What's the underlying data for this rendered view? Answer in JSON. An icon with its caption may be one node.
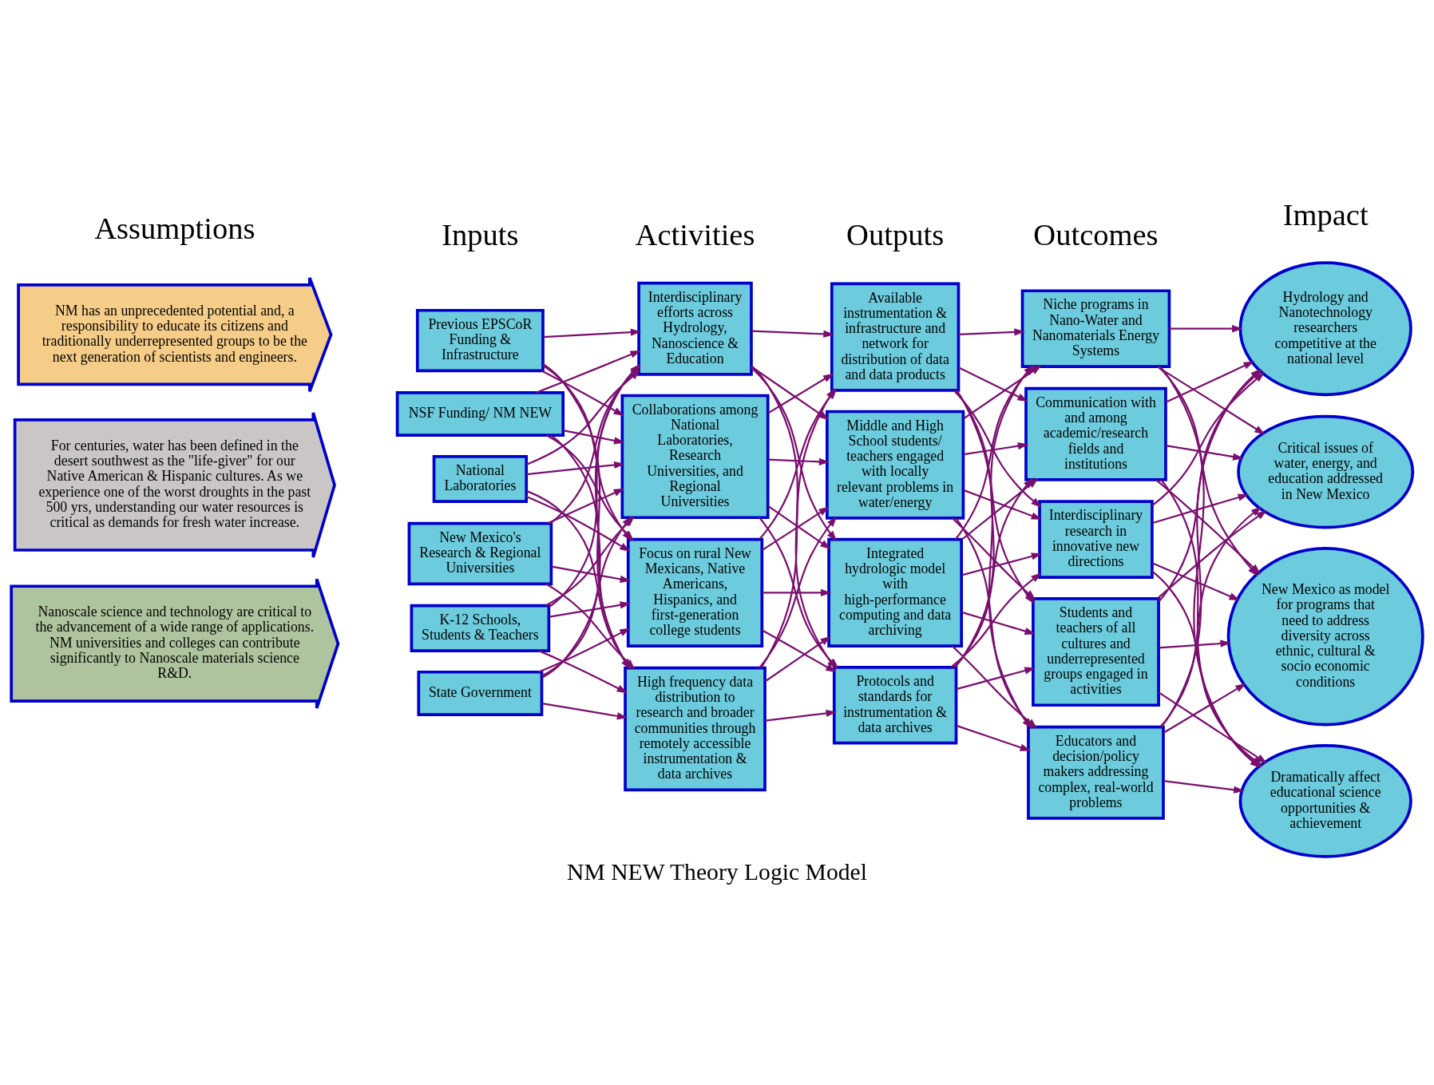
{
  "diagram": {
    "caption": "NM NEW Theory Logic Model",
    "nodes": [
      {
        "text": [
          "NM has an unprecedented potential and, a responsibility to educate its citizens and traditionally underrepresented groups to be the next generation of scientists and engineers."
        ]
      },
      {
        "text": [
          "For centuries, water has been defined in the desert southwest as the \"life-giver\" for our Native American & Hispanic cultures. As we experience one of the worst droughts in the past 500 yrs, understanding our water resources is critical as demands for fresh water increase."
        ]
      },
      {
        "text": [
          "Nanoscale science and technology are critical to the advancement of a wide range of applications. NM universities and colleges can contribute significantly to Nanoscale materials science R&D."
        ]
      },
      {
        "text": [
          "Previous EPSCoR Funding & Infrastructure"
        ]
      },
      {
        "text": [
          "NSF Funding/ NM NEW"
        ]
      },
      {
        "text": [
          "National Laboratories"
        ]
      },
      {
        "text": [
          "New Mexico's Research & Regional Universities"
        ]
      },
      {
        "text": [
          "K-12 Schools, Students & Teachers"
        ]
      },
      {
        "text": [
          "State Government"
        ]
      },
      {
        "text": [
          "Interdisciplinary efforts across Hydrology, Nanoscience & Education"
        ]
      },
      {
        "text": [
          "Collaborations among National Laboratories, Research Universities, and Regional Universities"
        ]
      },
      {
        "text": [
          "Focus on rural New Mexicans, Native Americans, Hispanics, and first-generation college students"
        ]
      },
      {
        "text": [
          "High frequency data distribution to research and broader communities through remotely accessible instrumentation & data archives"
        ]
      },
      {
        "text": [
          "Available instrumentation & infrastructure and network for distribution of data and data products"
        ]
      },
      {
        "text": [
          "Middle and High School students/ teachers engaged with locally relevant problems in water/energy"
        ]
      },
      {
        "text": [
          "Integrated hydrologic model with high-performance computing and data archiving"
        ]
      },
      {
        "text": [
          "Protocols and standards for instrumentation & data archives"
        ]
      },
      {
        "text": [
          "Niche programs in Nano-Water and Nanomaterials Energy Systems"
        ]
      },
      {
        "text": [
          "Communication with and among academic/research fields and institutions"
        ]
      },
      {
        "text": [
          "Interdisciplinary research in innovative new directions"
        ]
      },
      {
        "text": [
          "Students and teachers of all cultures and underrepresented groups engaged in activities"
        ]
      },
      {
        "text": [
          "Educators and decision/policy makers addressing complex, real-world problems"
        ]
      },
      {
        "text": [
          "Hydrology and Nanotechnology researchers competitive at the national level"
        ]
      },
      {
        "text": [
          "Critical issues of water, energy, and education addressed in New Mexico"
        ]
      },
      {
        "text": [
          "New Mexico as model for programs that need to address diversity across ethnic, cultural & socio economic conditions"
        ]
      },
      {
        "text": [
          "Dramatically affect educational science opportunities & achievement"
        ]
      }
    ],
    "edges": [
      {
        "from": 3,
        "to": 9,
        "arrow": "to"
      },
      {
        "from": 3,
        "to": 10,
        "arrow": "to"
      },
      {
        "from": 3,
        "to": 11,
        "arrow": "to"
      },
      {
        "from": 3,
        "to": 12,
        "arrow": "to"
      },
      {
        "from": 4,
        "to": 9,
        "arrow": "to"
      },
      {
        "from": 4,
        "to": 10,
        "arrow": "to"
      },
      {
        "from": 4,
        "to": 11,
        "arrow": "to"
      },
      {
        "from": 4,
        "to": 12,
        "arrow": "to"
      },
      {
        "from": 5,
        "to": 9,
        "arrow": "to"
      },
      {
        "from": 5,
        "to": 10,
        "arrow": "to"
      },
      {
        "from": 5,
        "to": 11,
        "arrow": "to"
      },
      {
        "from": 5,
        "to": 12,
        "arrow": "to"
      },
      {
        "from": 6,
        "to": 9,
        "arrow": "to"
      },
      {
        "from": 6,
        "to": 10,
        "arrow": "to"
      },
      {
        "from": 6,
        "to": 11,
        "arrow": "to"
      },
      {
        "from": 6,
        "to": 12,
        "arrow": "to"
      },
      {
        "from": 7,
        "to": 9,
        "arrow": "to"
      },
      {
        "from": 7,
        "to": 10,
        "arrow": "to"
      },
      {
        "from": 7,
        "to": 11,
        "arrow": "to"
      },
      {
        "from": 7,
        "to": 12,
        "arrow": "to"
      },
      {
        "from": 8,
        "to": 9,
        "arrow": "to"
      },
      {
        "from": 8,
        "to": 10,
        "arrow": "to"
      },
      {
        "from": 8,
        "to": 11,
        "arrow": "to"
      },
      {
        "from": 8,
        "to": 12,
        "arrow": "to"
      },
      {
        "from": 9,
        "to": 13,
        "arrow": "to"
      },
      {
        "from": 9,
        "to": 14,
        "arrow": "to"
      },
      {
        "from": 9,
        "to": 15,
        "arrow": "to"
      },
      {
        "from": 9,
        "to": 16,
        "arrow": "to"
      },
      {
        "from": 10,
        "to": 13,
        "arrow": "to"
      },
      {
        "from": 10,
        "to": 14,
        "arrow": "to"
      },
      {
        "from": 10,
        "to": 15,
        "arrow": "to"
      },
      {
        "from": 10,
        "to": 16,
        "arrow": "to"
      },
      {
        "from": 11,
        "to": 13,
        "arrow": "to"
      },
      {
        "from": 11,
        "to": 14,
        "arrow": "to"
      },
      {
        "from": 11,
        "to": 15,
        "arrow": "to"
      },
      {
        "from": 11,
        "to": 16,
        "arrow": "to"
      },
      {
        "from": 12,
        "to": 13,
        "arrow": "to"
      },
      {
        "from": 12,
        "to": 14,
        "arrow": "to"
      },
      {
        "from": 12,
        "to": 15,
        "arrow": "to"
      },
      {
        "from": 12,
        "to": 16,
        "arrow": "to"
      },
      {
        "from": 13,
        "to": 17,
        "arrow": "to"
      },
      {
        "from": 13,
        "to": 18,
        "arrow": "to"
      },
      {
        "from": 13,
        "to": 19,
        "arrow": "to"
      },
      {
        "from": 13,
        "to": 20,
        "arrow": "to"
      },
      {
        "from": 13,
        "to": 21,
        "arrow": "to"
      },
      {
        "from": 14,
        "to": 17,
        "arrow": "to"
      },
      {
        "from": 14,
        "to": 18,
        "arrow": "to"
      },
      {
        "from": 14,
        "to": 19,
        "arrow": "to"
      },
      {
        "from": 14,
        "to": 20,
        "arrow": "to"
      },
      {
        "from": 14,
        "to": 21,
        "arrow": "to"
      },
      {
        "from": 15,
        "to": 17,
        "arrow": "to"
      },
      {
        "from": 15,
        "to": 18,
        "arrow": "to"
      },
      {
        "from": 15,
        "to": 19,
        "arrow": "to"
      },
      {
        "from": 15,
        "to": 20,
        "arrow": "to"
      },
      {
        "from": 15,
        "to": 21,
        "arrow": "to"
      },
      {
        "from": 16,
        "to": 17,
        "arrow": "to"
      },
      {
        "from": 16,
        "to": 18,
        "arrow": "to"
      },
      {
        "from": 16,
        "to": 19,
        "arrow": "to"
      },
      {
        "from": 16,
        "to": 20,
        "arrow": "to"
      },
      {
        "from": 16,
        "to": 21,
        "arrow": "to"
      },
      {
        "from": 17,
        "to": 22,
        "arrow": "to"
      },
      {
        "from": 17,
        "to": 23,
        "arrow": "to"
      },
      {
        "from": 17,
        "to": 24,
        "arrow": "to"
      },
      {
        "from": 17,
        "to": 25,
        "arrow": "to"
      },
      {
        "from": 18,
        "to": 22,
        "arrow": "to"
      },
      {
        "from": 18,
        "to": 23,
        "arrow": "to"
      },
      {
        "from": 18,
        "to": 24,
        "arrow": "to"
      },
      {
        "from": 18,
        "to": 25,
        "arrow": "to"
      },
      {
        "from": 19,
        "to": 22,
        "arrow": "to"
      },
      {
        "from": 19,
        "to": 23,
        "arrow": "to"
      },
      {
        "from": 19,
        "to": 24,
        "arrow": "to"
      },
      {
        "from": 19,
        "to": 25,
        "arrow": "to"
      },
      {
        "from": 20,
        "to": 22,
        "arrow": "to"
      },
      {
        "from": 20,
        "to": 23,
        "arrow": "to"
      },
      {
        "from": 20,
        "to": 24,
        "arrow": "to"
      },
      {
        "from": 20,
        "to": 25,
        "arrow": "to"
      },
      {
        "from": 21,
        "to": 22,
        "arrow": "to"
      },
      {
        "from": 21,
        "to": 23,
        "arrow": "to"
      },
      {
        "from": 21,
        "to": 24,
        "arrow": "to"
      },
      {
        "from": 21,
        "to": 25,
        "arrow": "to"
      }
    ],
    "labels": [
      "Assumptions",
      "Inputs",
      "Activities",
      "Outputs",
      "Outcomes",
      "Impact"
    ]
  }
}
